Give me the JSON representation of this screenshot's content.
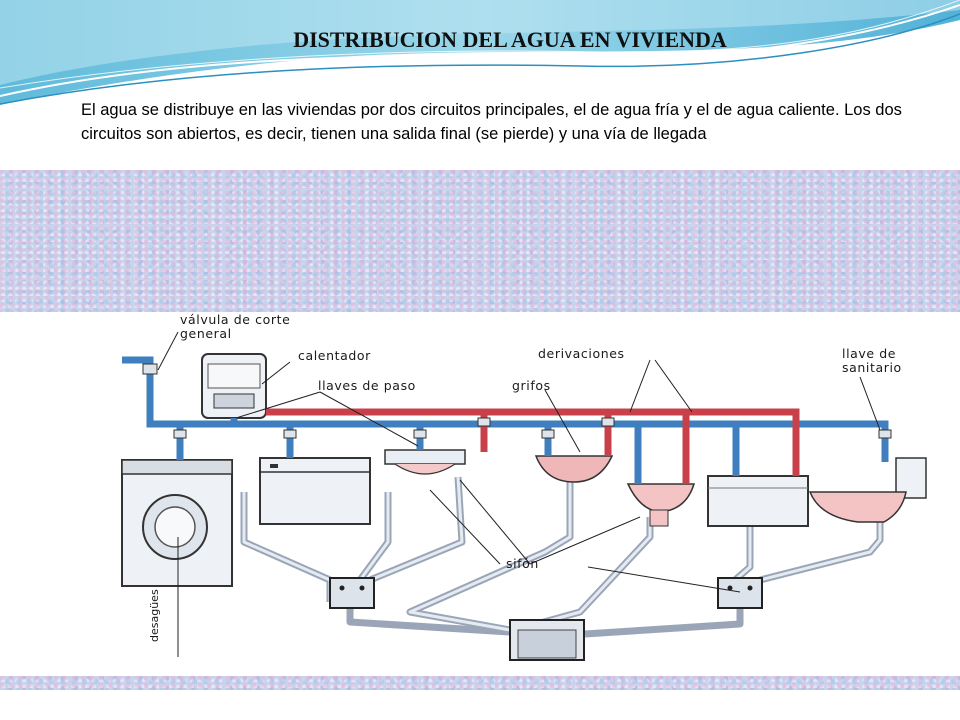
{
  "slide": {
    "title": "DISTRIBUCION DEL AGUA EN VIVIENDA",
    "intro_text": "El agua se distribuye en las viviendas por dos circuitos principales, el de agua fría y el de agua caliente. Los dos circuitos son abiertos, es decir, tienen una salida final (se pierde) y una vía de llegada"
  },
  "diagram": {
    "labels": {
      "valvula": "válvula de corte general",
      "valvula_line1": "válvula de corte",
      "valvula_line2": "general",
      "calentador": "calentador",
      "llaves_paso": "llaves de paso",
      "derivaciones": "derivaciones",
      "grifos": "grifos",
      "llave_sanitario_line1": "llave de",
      "llave_sanitario_line2": "sanitario",
      "sifon": "sifón",
      "desagues": "desagües"
    },
    "colors": {
      "cold_pipe": "#3f7fbf",
      "hot_pipe": "#c8404a",
      "drain_pipe": "#9aa6b8",
      "fixture": "#e9eef4"
    }
  }
}
